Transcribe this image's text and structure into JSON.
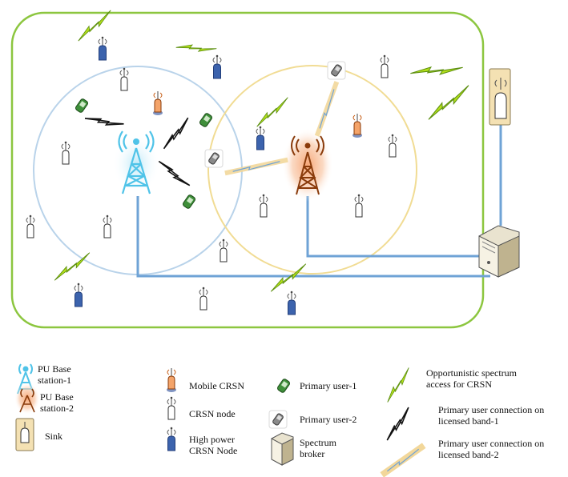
{
  "legend": {
    "pu_base_station_1": "PU Base\nstation-1",
    "pu_base_station_2": "PU Base\nstation-2",
    "sink": "Sink",
    "mobile_crsn": "Mobile CRSN",
    "crsn_node": "CRSN node",
    "high_power_crsn_node": "High power\nCRSN Node",
    "primary_user_1": "Primary user-1",
    "primary_user_2": "Primary user-2",
    "spectrum_broker": "Spectrum\nbroker",
    "opportunistic_access": "Opportunistic spectrum\naccess for CRSN",
    "pu_connection_band_1": "Primary user connection on\nlicensed band-1",
    "pu_connection_band_2": "Primary user connection on\nlicensed band-2"
  },
  "colors": {
    "network_boundary": "#8cc63f",
    "coverage_area_1": "#b9d3ea",
    "coverage_area_2": "#f1dc94",
    "pu_base_station_1": "#4fc3e8",
    "pu_base_station_2": "#e0662a",
    "high_power_node": "#3c63ad",
    "wired_link": "#6fa3d6",
    "opportunistic_link": "#b4e01a"
  },
  "icons": {
    "pu_base_station": "tower-icon",
    "crsn_node": "sensor-node-icon",
    "mobile_crsn": "mobile-node-icon",
    "high_power_crsn_node": "high-power-node-icon",
    "primary_user_1": "phone-icon",
    "primary_user_2": "phone-icon",
    "sink": "sink-icon",
    "spectrum_broker": "server-icon"
  }
}
